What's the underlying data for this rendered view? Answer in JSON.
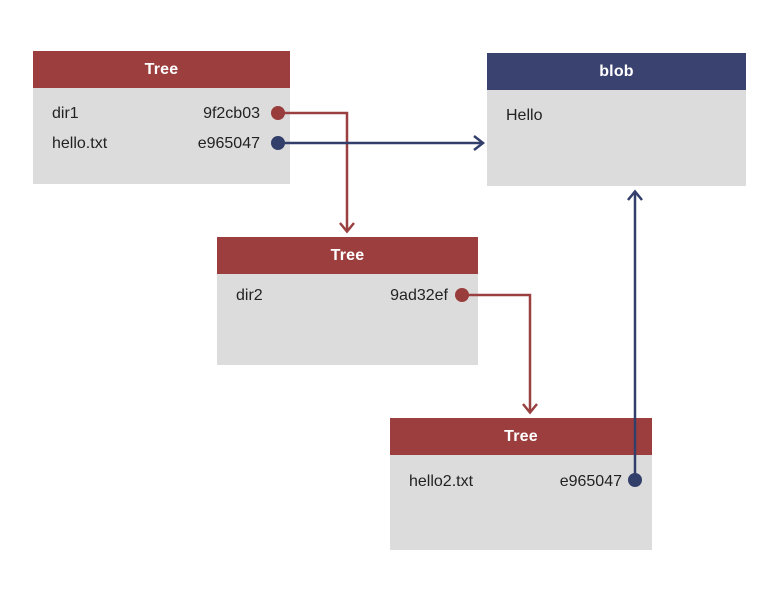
{
  "diagram": {
    "description": "Git object graph: trees referencing subtrees and a blob",
    "colors": {
      "tree_header": "#9d3e3e",
      "blob_header": "#3a426f",
      "node_body": "#dcdcdc",
      "red_edge": "#9a4040",
      "blue_edge": "#333f6b",
      "row_text": "#222222",
      "header_text": "#ffffff",
      "background": "#ffffff"
    },
    "nodes": [
      {
        "id": "tree-root",
        "type": "Tree",
        "title": "Tree",
        "rows": [
          {
            "name": "dir1",
            "hash": "9f2cb03",
            "dot": "red"
          },
          {
            "name": "hello.txt",
            "hash": "e965047",
            "dot": "blue"
          }
        ]
      },
      {
        "id": "blob-hello",
        "type": "blob",
        "title": "blob",
        "content": "Hello"
      },
      {
        "id": "tree-mid",
        "type": "Tree",
        "title": "Tree",
        "rows": [
          {
            "name": "dir2",
            "hash": "9ad32ef",
            "dot": "red"
          }
        ]
      },
      {
        "id": "tree-bot",
        "type": "Tree",
        "title": "Tree",
        "rows": [
          {
            "name": "hello2.txt",
            "hash": "e965047",
            "dot": "blue"
          }
        ]
      }
    ],
    "edges": [
      {
        "from": "tree-root.dir1",
        "to": "tree-mid",
        "color": "red",
        "style": "elbow right-then-down"
      },
      {
        "from": "tree-root.hello.txt",
        "to": "blob-hello",
        "color": "blue",
        "style": "straight right"
      },
      {
        "from": "tree-mid.dir2",
        "to": "tree-bot",
        "color": "red",
        "style": "elbow right-then-down"
      },
      {
        "from": "tree-bot.hello2.txt",
        "to": "blob-hello",
        "color": "blue",
        "style": "straight up"
      }
    ]
  }
}
